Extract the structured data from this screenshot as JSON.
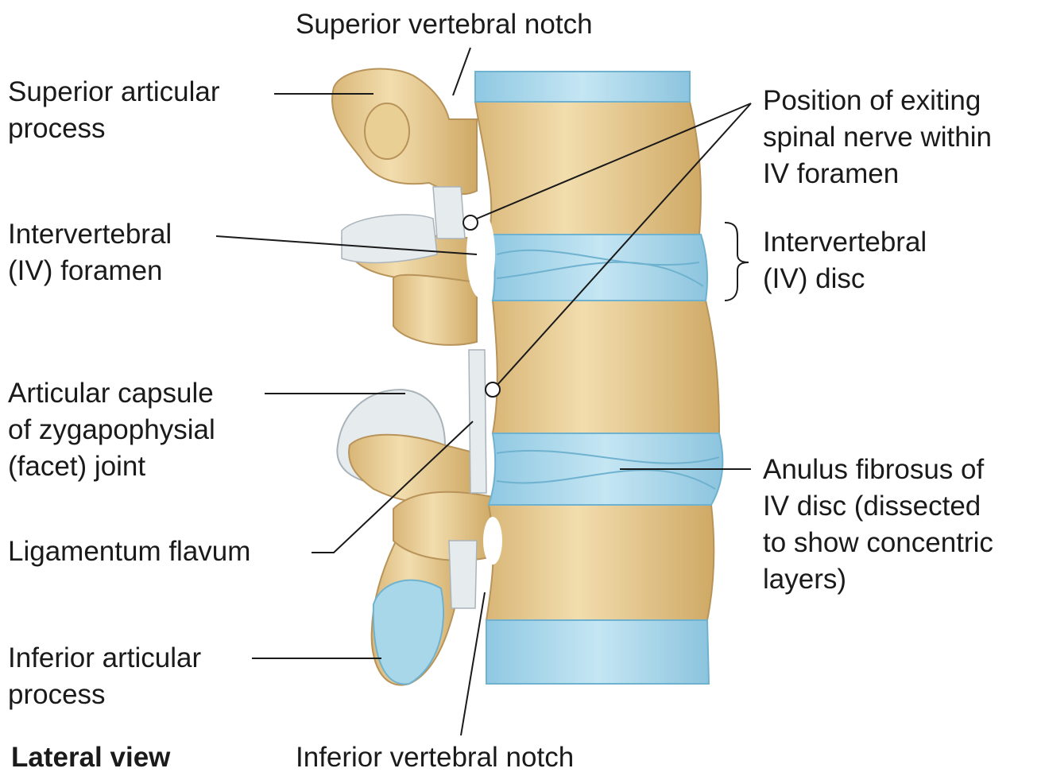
{
  "labels": {
    "superior_vertebral_notch": "Superior vertebral notch",
    "superior_articular_process": [
      "Superior articular",
      "process"
    ],
    "intervertebral_foramen": [
      "Intervertebral",
      "(IV) foramen"
    ],
    "articular_capsule": [
      "Articular capsule",
      "of zygapophysial",
      "(facet) joint"
    ],
    "ligamentum_flavum": "Ligamentum flavum",
    "inferior_articular_process": [
      "Inferior articular",
      "process"
    ],
    "view": "Lateral view",
    "inferior_vertebral_notch": "Inferior vertebral notch",
    "exiting_nerve": [
      "Position of exiting",
      "spinal nerve within",
      "IV foramen"
    ],
    "iv_disc": [
      "Intervertebral",
      "(IV) disc"
    ],
    "anulus_fibrosus": [
      "Anulus fibrosus of",
      "IV disc (dissected",
      "to show concentric",
      "layers)"
    ]
  },
  "colors": {
    "bone": "#ecd39a",
    "bone_shadow": "#c9a866",
    "disc": "#a9d7ea",
    "disc_line": "#6fb2cf",
    "ligament": "#e6ebee",
    "leader": "#1a1a1a"
  }
}
